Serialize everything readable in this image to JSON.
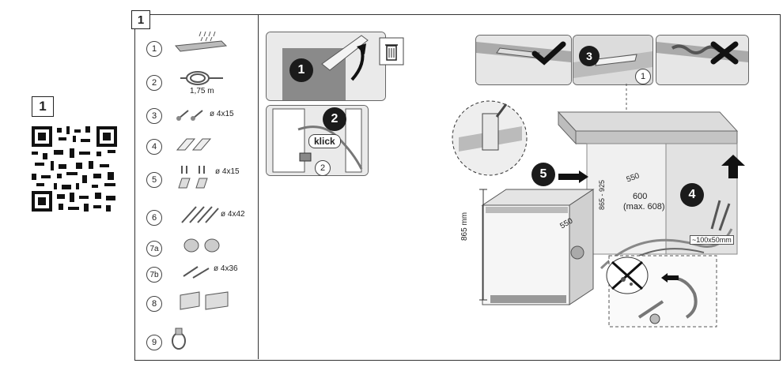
{
  "qr": {
    "label": "1"
  },
  "figure": {
    "label": "1"
  },
  "parts": [
    {
      "num": "1",
      "text": ""
    },
    {
      "num": "2",
      "text": "1,75 m"
    },
    {
      "num": "3",
      "text": "ø 4x15"
    },
    {
      "num": "4",
      "text": ""
    },
    {
      "num": "5",
      "text": "ø 4x15"
    },
    {
      "num": "6",
      "text": "ø 4x42"
    },
    {
      "num": "7a",
      "text": ""
    },
    {
      "num": "7b",
      "text": "ø 4x36"
    },
    {
      "num": "8",
      "text": ""
    },
    {
      "num": "9",
      "text": ""
    }
  ],
  "steps": {
    "s1": "1",
    "s2": "2",
    "s3": "3",
    "s4": "4",
    "s5": "5"
  },
  "labels": {
    "klick": "klick",
    "ref2": "2",
    "ref1": "1",
    "d550a": "550",
    "d550b": "550",
    "d600": "600",
    "d608": "(max. 608)",
    "d865925": "865 - 925",
    "d865mm": "865 mm",
    "hole": "~100x50mm"
  }
}
